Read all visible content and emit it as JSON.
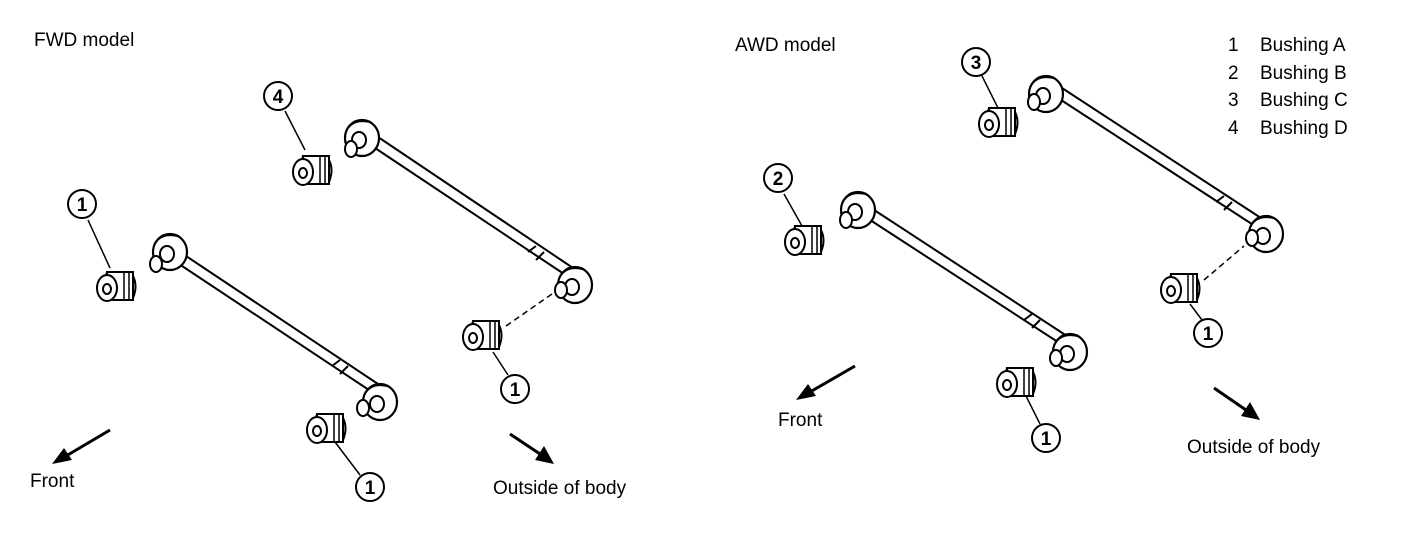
{
  "panels": {
    "fwd": {
      "title": "FWD model",
      "front_label": "Front",
      "outside_label": "Outside of body",
      "callouts": [
        "1",
        "4",
        "1",
        "1"
      ]
    },
    "awd": {
      "title": "AWD model",
      "front_label": "Front",
      "outside_label": "Outside of body",
      "callouts": [
        "3",
        "2",
        "1",
        "1"
      ]
    }
  },
  "legend": [
    {
      "num": "1",
      "name": "Bushing A"
    },
    {
      "num": "2",
      "name": "Bushing B"
    },
    {
      "num": "3",
      "name": "Bushing C"
    },
    {
      "num": "4",
      "name": "Bushing D"
    }
  ],
  "colors": {
    "line": "#000000",
    "fill": "#ffffff"
  }
}
